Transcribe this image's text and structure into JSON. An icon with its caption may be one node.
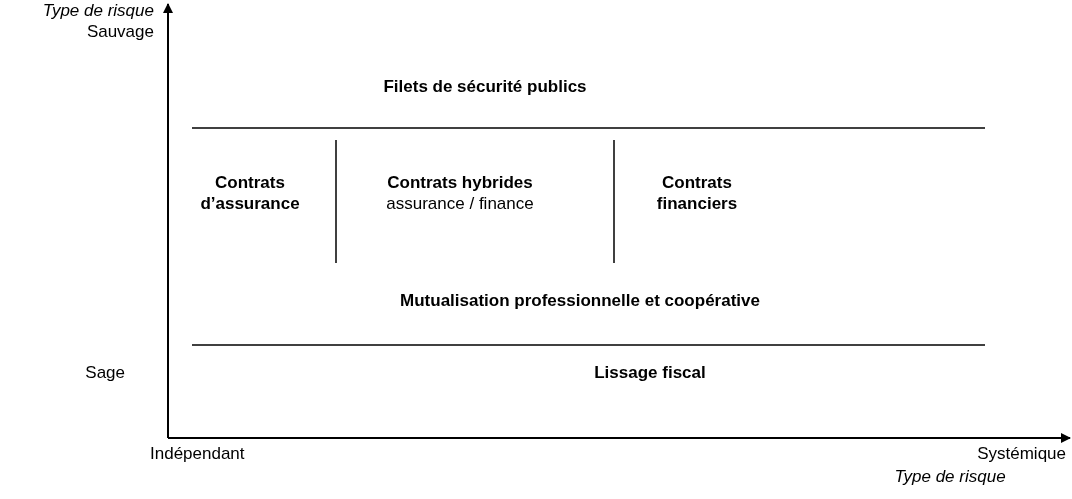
{
  "diagram": {
    "labels": [
      "Type de risque",
      "Sauvage",
      "Filets de sécurité publics",
      "Contrats d’assurance",
      "Contrats hybrides",
      "assurance / finance",
      "Contrats financiers",
      "Mutualisation professionnelle et coopérative",
      "Sage",
      "Lissage fiscal",
      "Indépendant",
      "Systémique",
      "Type de risque"
    ]
  }
}
